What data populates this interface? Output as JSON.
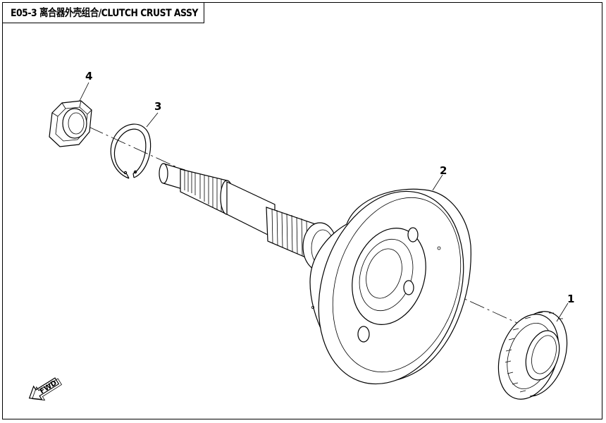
{
  "title": "E05-3 离合器外壳组合/CLUTCH CRUST ASSY",
  "callouts": [
    {
      "id": "4",
      "label": "4"
    },
    {
      "id": "3",
      "label": "3"
    },
    {
      "id": "2",
      "label": "2"
    },
    {
      "id": "1",
      "label": "1"
    }
  ],
  "fwd_label": "FWD",
  "icons": [
    "fwd-arrow-icon"
  ]
}
